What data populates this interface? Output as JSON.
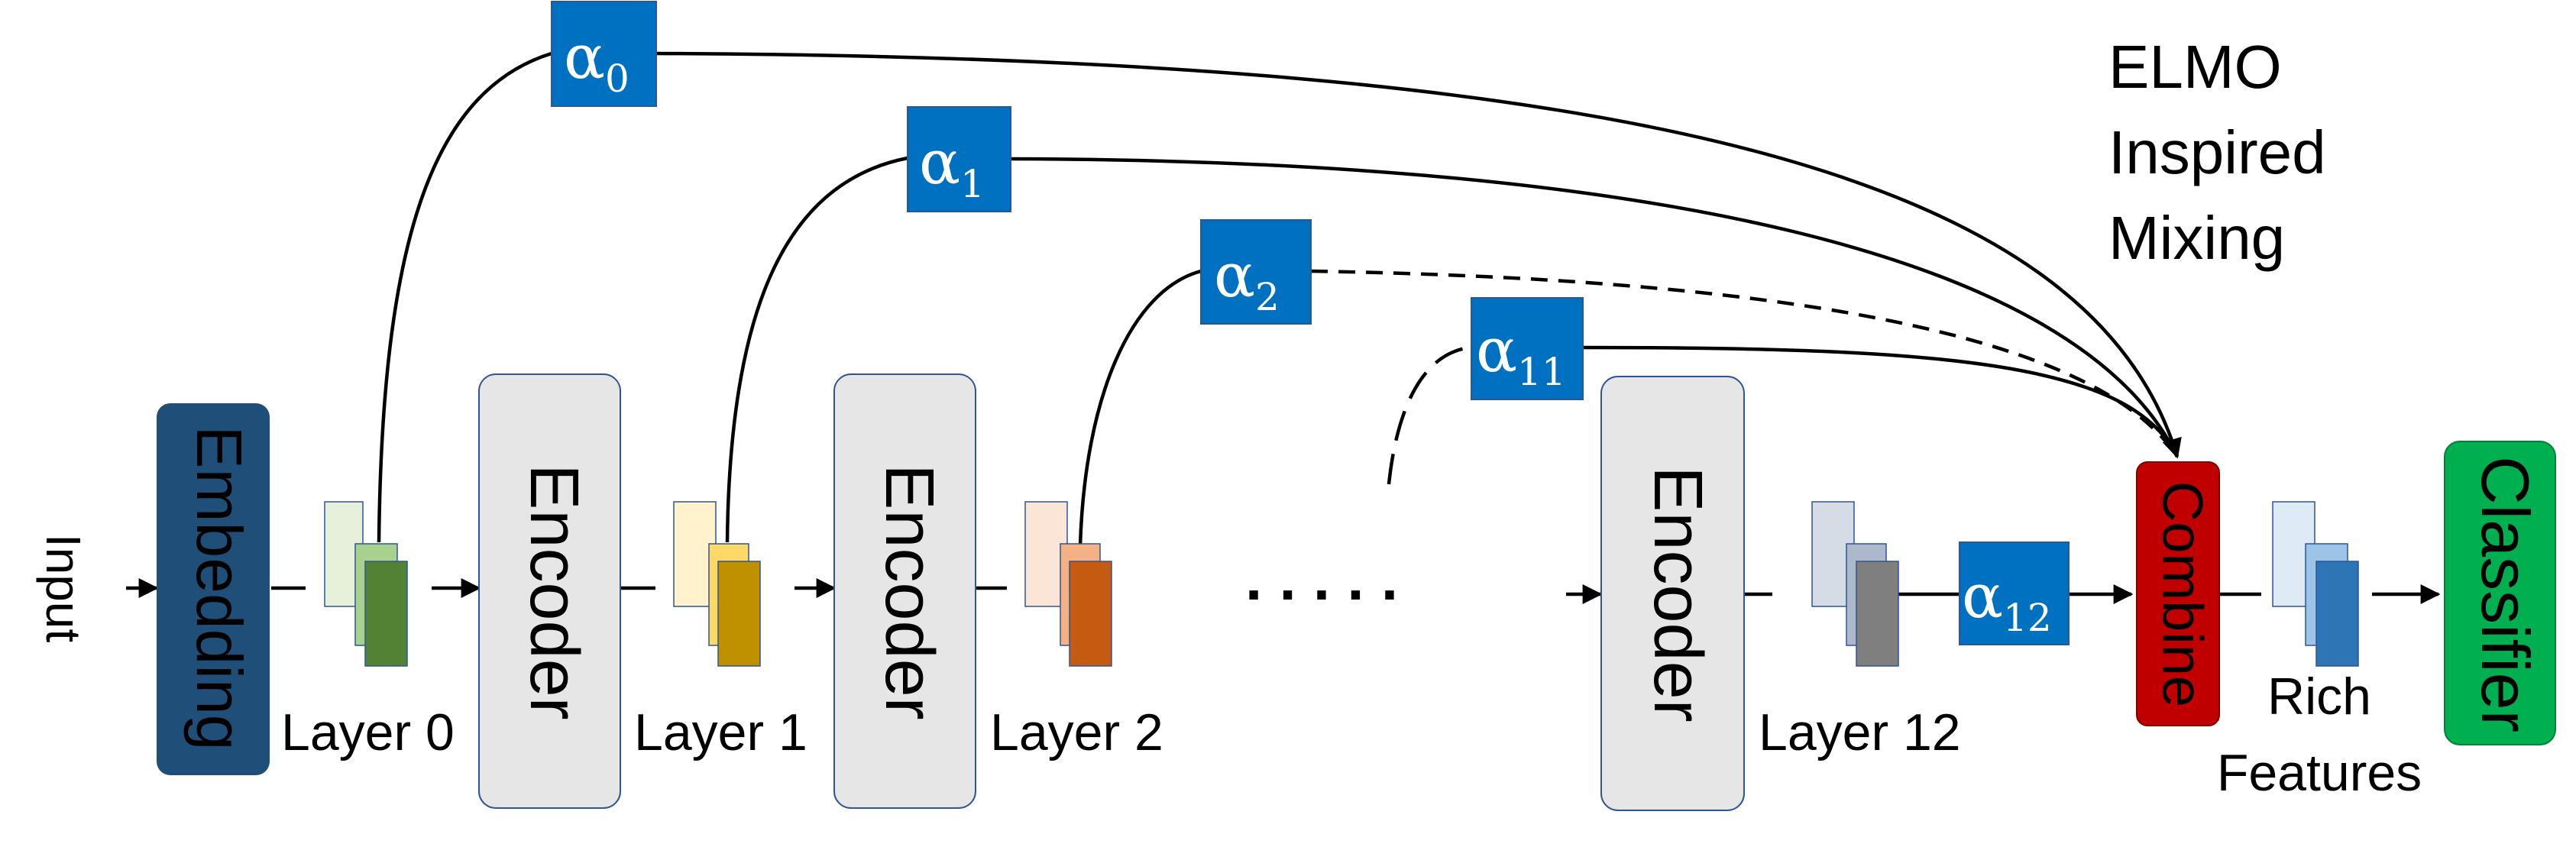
{
  "input_label": "Input",
  "embedding_label": "Embedding",
  "encoder_label": "Encoder",
  "combine_label": "Combine",
  "classifier_label": "Classifier",
  "ellipsis": ". . . . .",
  "layers": [
    {
      "label": "Layer 0",
      "colors": [
        "#e6f0da",
        "#a9d18e",
        "#548235"
      ]
    },
    {
      "label": "Layer 1",
      "colors": [
        "#fff2cc",
        "#ffd966",
        "#bf9000"
      ]
    },
    {
      "label": "Layer 2",
      "colors": [
        "#fbe5d6",
        "#f4b183",
        "#c55a11"
      ]
    },
    {
      "label": "Layer 12",
      "colors": [
        "#d6dce5",
        "#adb9ca",
        "#7f7f7f"
      ]
    }
  ],
  "rich_features": {
    "line1": "Rich",
    "line2": "Features",
    "colors": [
      "#deebf7",
      "#9dc3e6",
      "#2e75b6"
    ]
  },
  "title_lines": [
    "ELMO",
    "Inspired",
    "Mixing"
  ],
  "alphas": [
    {
      "symbol": "α",
      "sub": "0"
    },
    {
      "symbol": "α",
      "sub": "1"
    },
    {
      "symbol": "α",
      "sub": "2"
    },
    {
      "symbol": "α",
      "sub": "11"
    },
    {
      "symbol": "α",
      "sub": "12"
    }
  ],
  "colors": {
    "embedding": "#1f4e79",
    "encoder_fill": "#e7e6e6",
    "encoder_stroke": "#2f5597",
    "alpha_box": "#0070c0",
    "combine": "#c00000",
    "classifier": "#00b050",
    "line": "#000000"
  }
}
